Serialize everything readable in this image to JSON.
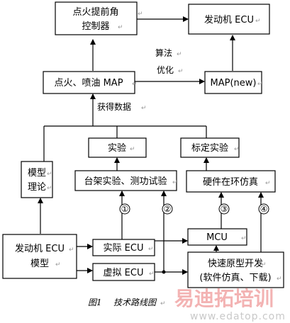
{
  "nodes": {
    "ignition_controller": {
      "line1": "点火提前角",
      "line2": "控制器"
    },
    "engine_ecu_top": {
      "label": "发动机 ECU"
    },
    "ignition_map": {
      "label": "点火、喷油 MAP"
    },
    "map_new": {
      "label": "MAP(new)"
    },
    "experiment": {
      "label": "实验"
    },
    "calibration_experiment": {
      "label": "标定实验"
    },
    "model_theory": {
      "line1": "模型",
      "line2": "理论"
    },
    "bench_test": {
      "label": "台架实验、测功试验"
    },
    "hil_sim": {
      "label": "硬件在环仿真"
    },
    "mcu": {
      "label": "MCU"
    },
    "engine_ecu_model": {
      "line1": "发动机 ECU",
      "line2": "模型"
    },
    "real_ecu": {
      "label": "实际 ECU"
    },
    "virtual_ecu": {
      "label": "虚拟 ECU"
    },
    "rapid_prototype": {
      "line1": "快速原型开发",
      "line2": "(软件仿真、下载)"
    }
  },
  "edge_labels": {
    "algorithm": {
      "line1": "算法",
      "line2": "优化"
    },
    "get_data": "获得数据"
  },
  "path_markers": [
    "①",
    "②",
    "③",
    "④"
  ],
  "caption": {
    "fig": "图1",
    "title": "技术路线图"
  },
  "watermark": {
    "brand": "易迪拓培训",
    "url": "www.edatop.com"
  }
}
